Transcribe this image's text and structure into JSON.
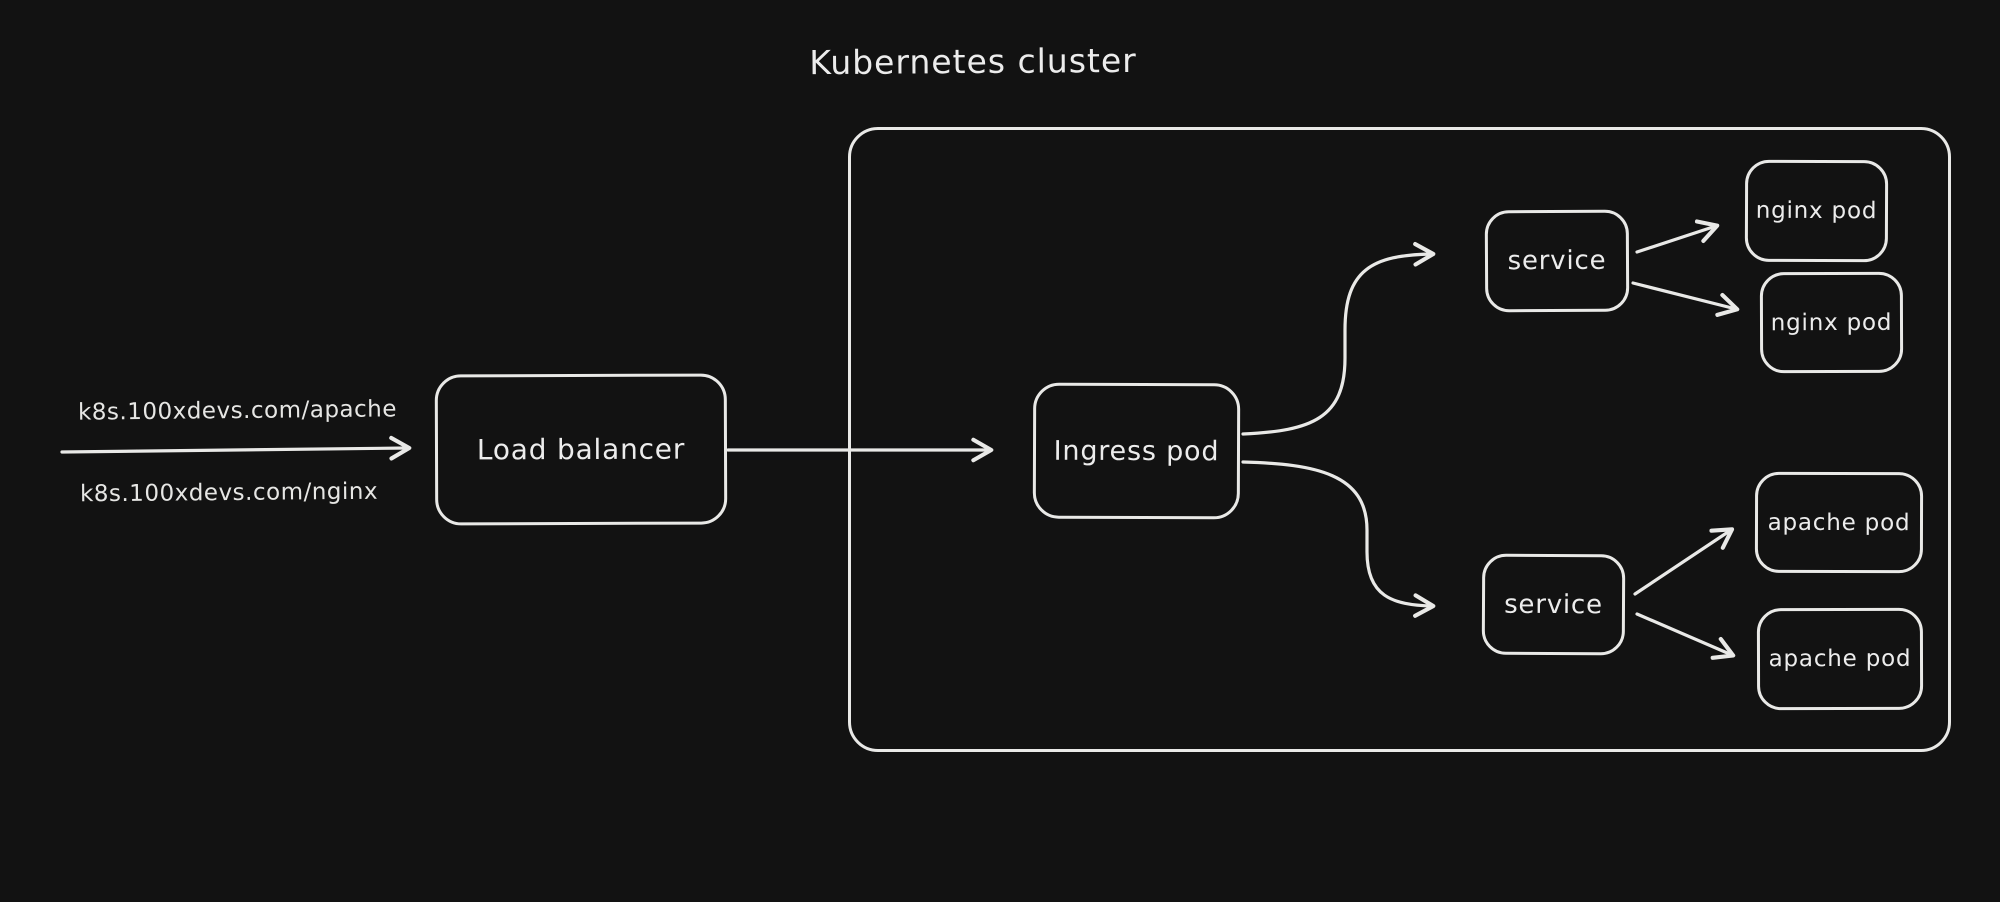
{
  "diagram": {
    "title": "Kubernetes cluster",
    "style": "hand-drawn whiteboard sketch, dark theme",
    "colors": {
      "background": "#121212",
      "stroke": "#e9e9e7",
      "text": "#ececec"
    },
    "routes": [
      {
        "id": "route-apache",
        "label": "k8s.100xdevs.com/apache"
      },
      {
        "id": "route-nginx",
        "label": "k8s.100xdevs.com/nginx"
      }
    ],
    "cluster": {
      "label": "Kubernetes cluster"
    },
    "nodes": {
      "load_balancer": {
        "label": "Load balancer",
        "inside_cluster": false
      },
      "ingress_pod": {
        "label": "Ingress pod",
        "inside_cluster": true
      },
      "service_top": {
        "label": "service",
        "inside_cluster": true
      },
      "service_bottom": {
        "label": "service",
        "inside_cluster": true
      },
      "nginx_pod_1": {
        "label": "nginx pod",
        "inside_cluster": true
      },
      "nginx_pod_2": {
        "label": "nginx pod",
        "inside_cluster": true
      },
      "apache_pod_1": {
        "label": "apache pod",
        "inside_cluster": true
      },
      "apache_pod_2": {
        "label": "apache pod",
        "inside_cluster": true
      }
    },
    "edges": [
      {
        "from": "incoming-routes",
        "to": "load_balancer",
        "type": "straight-arrow"
      },
      {
        "from": "load_balancer",
        "to": "ingress_pod",
        "type": "straight-arrow"
      },
      {
        "from": "ingress_pod",
        "to": "service_top",
        "type": "s-curve-arrow"
      },
      {
        "from": "ingress_pod",
        "to": "service_bottom",
        "type": "s-curve-arrow"
      },
      {
        "from": "service_top",
        "to": "nginx_pod_1",
        "type": "straight-arrow"
      },
      {
        "from": "service_top",
        "to": "nginx_pod_2",
        "type": "straight-arrow"
      },
      {
        "from": "service_bottom",
        "to": "apache_pod_1",
        "type": "straight-arrow"
      },
      {
        "from": "service_bottom",
        "to": "apache_pod_2",
        "type": "straight-arrow"
      }
    ]
  }
}
